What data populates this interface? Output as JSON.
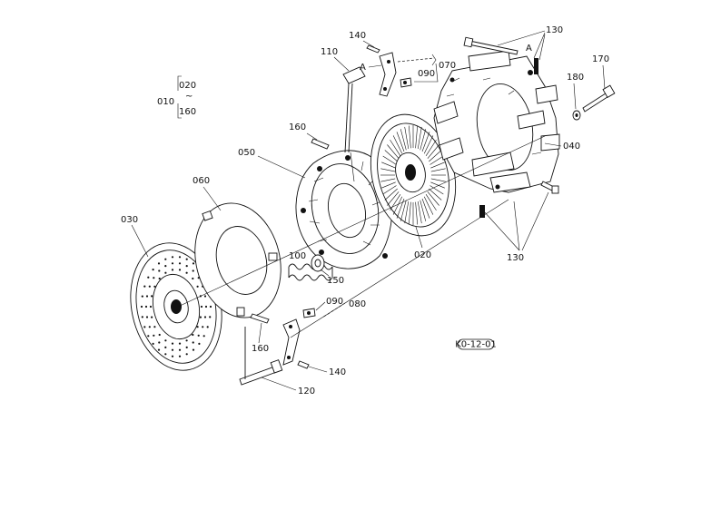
{
  "labels": {
    "p010": "010",
    "p020_group": "020",
    "p160_group": "160",
    "p030": "030",
    "p060": "060",
    "p050": "050",
    "p160_a": "160",
    "p110": "110",
    "p140_top": "140",
    "mark_a1": "A",
    "p070": "070",
    "p090_top": "090",
    "p130_top": "130",
    "mark_a2": "A",
    "p180": "180",
    "p170": "170",
    "p040": "040",
    "p020": "020",
    "p130_bottom": "130",
    "p100": "100",
    "p150": "150",
    "p090_bottom": "090",
    "p080": "080",
    "p160_b": "160",
    "p140_bottom": "140",
    "p120": "120",
    "ref_code": "K0-12-01"
  },
  "colors": {
    "ink": "#111111",
    "paper": "#ffffff"
  }
}
